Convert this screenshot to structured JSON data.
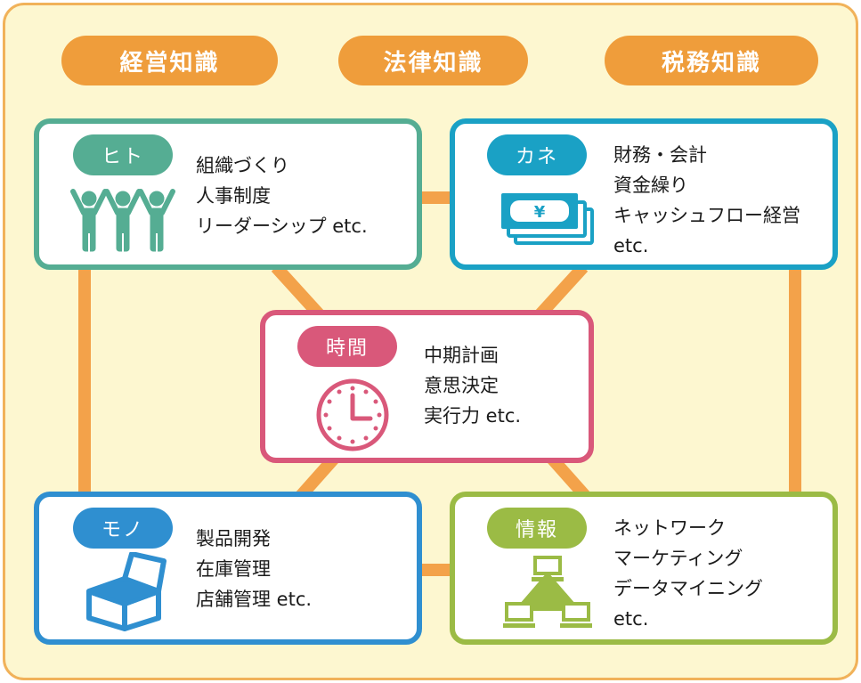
{
  "header": {
    "pills": [
      {
        "label": "経営知識"
      },
      {
        "label": "法律知識"
      },
      {
        "label": "税務知識"
      }
    ]
  },
  "cards": {
    "hito": {
      "tag": "ヒト",
      "icon": "people-icon",
      "color": "#55ad93",
      "lines": [
        "組織づくり",
        "人事制度",
        "リーダーシップ etc."
      ]
    },
    "kane": {
      "tag": "カネ",
      "icon": "yen-money-icon",
      "color": "#1aa1c5",
      "lines": [
        "財務・会計",
        "資金繰り",
        "キャッシュフロー経営",
        "etc."
      ]
    },
    "jikan": {
      "tag": "時間",
      "icon": "clock-icon",
      "color": "#d9587a",
      "lines": [
        "中期計画",
        "意思決定",
        "実行力 etc."
      ]
    },
    "mono": {
      "tag": "モノ",
      "icon": "box-icon",
      "color": "#2f8fd0",
      "lines": [
        "製品開発",
        "在庫管理",
        "店舗管理 etc."
      ]
    },
    "joho": {
      "tag": "情報",
      "icon": "network-icon",
      "color": "#9bbb45",
      "lines": [
        "ネットワーク",
        "マーケティング",
        "データマイニング",
        "etc."
      ]
    }
  },
  "colors": {
    "background": "#fdf7d0",
    "frame": "#f1b25a",
    "connector": "#f3a24a",
    "pill": "#ef9d3b"
  }
}
